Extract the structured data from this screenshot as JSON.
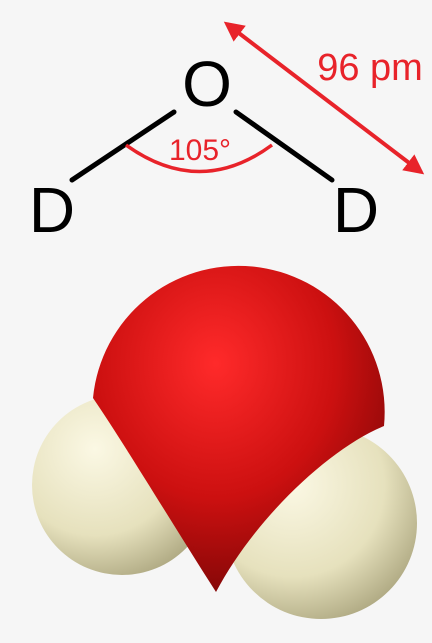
{
  "structure": {
    "central_atom": "O",
    "left_atom": "D",
    "right_atom": "D",
    "bond_angle": "105°",
    "bond_length": "96 pm"
  },
  "colors": {
    "background": "#f6f6f6",
    "bond_line": "#000000",
    "annotation": "#e8232a",
    "oxygen": "#d01414",
    "deuterium": "#ece8c6"
  }
}
